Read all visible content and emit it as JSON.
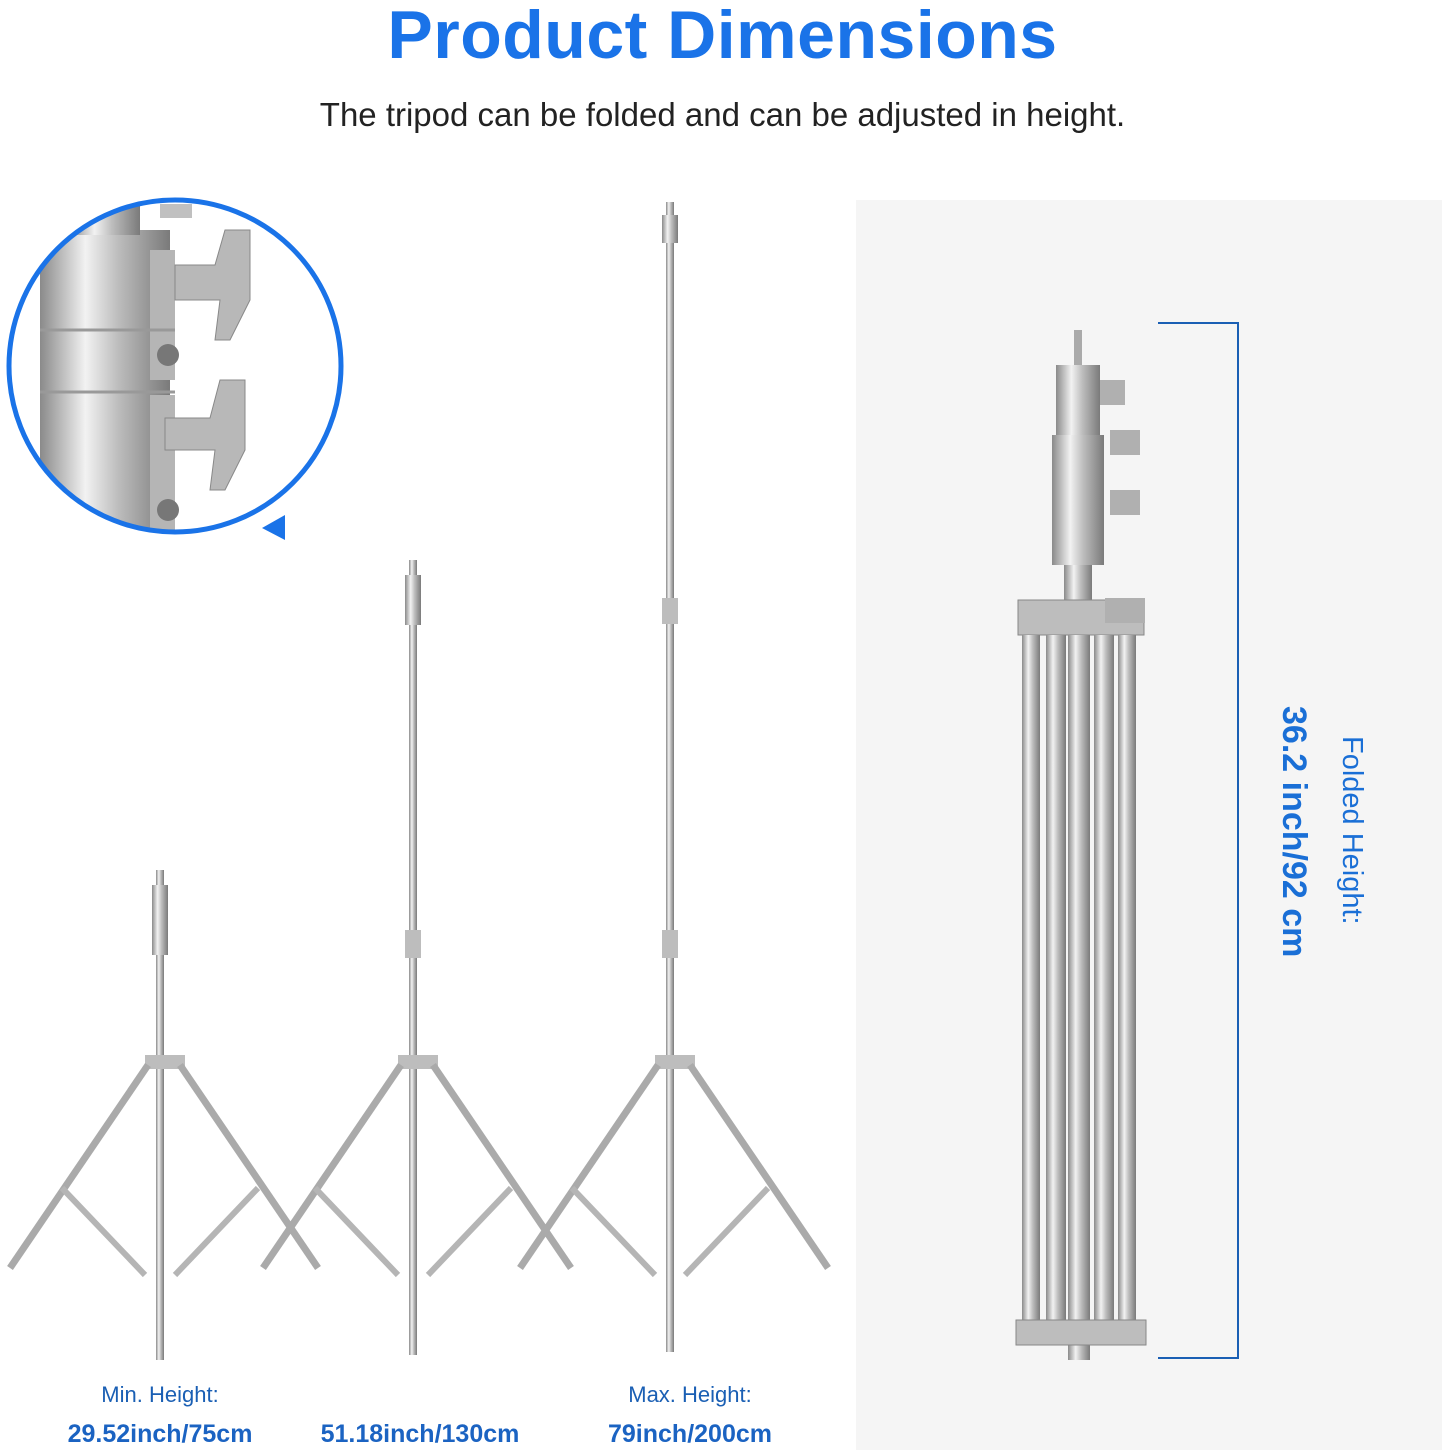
{
  "header": {
    "title": "Product Dimensions",
    "subtitle": "The tripod can be folded and  can be adjusted in height."
  },
  "colors": {
    "accent": "#1a73e8",
    "label": "#1b63c2",
    "panel_bg": "#f5f5f5",
    "metal": "#c8c8c8"
  },
  "detail_inset": {
    "icon": "zoom-detail-circle",
    "subject": "knob-clamp-detail"
  },
  "tripods": [
    {
      "caption": "Min. Height:",
      "value": "29.52inch/75cm"
    },
    {
      "caption": "",
      "value": "51.18inch/130cm"
    },
    {
      "caption": "Max. Height:",
      "value": "79inch/200cm"
    }
  ],
  "folded": {
    "caption": "Folded Height:",
    "value": "36.2 inch/92 cm"
  }
}
